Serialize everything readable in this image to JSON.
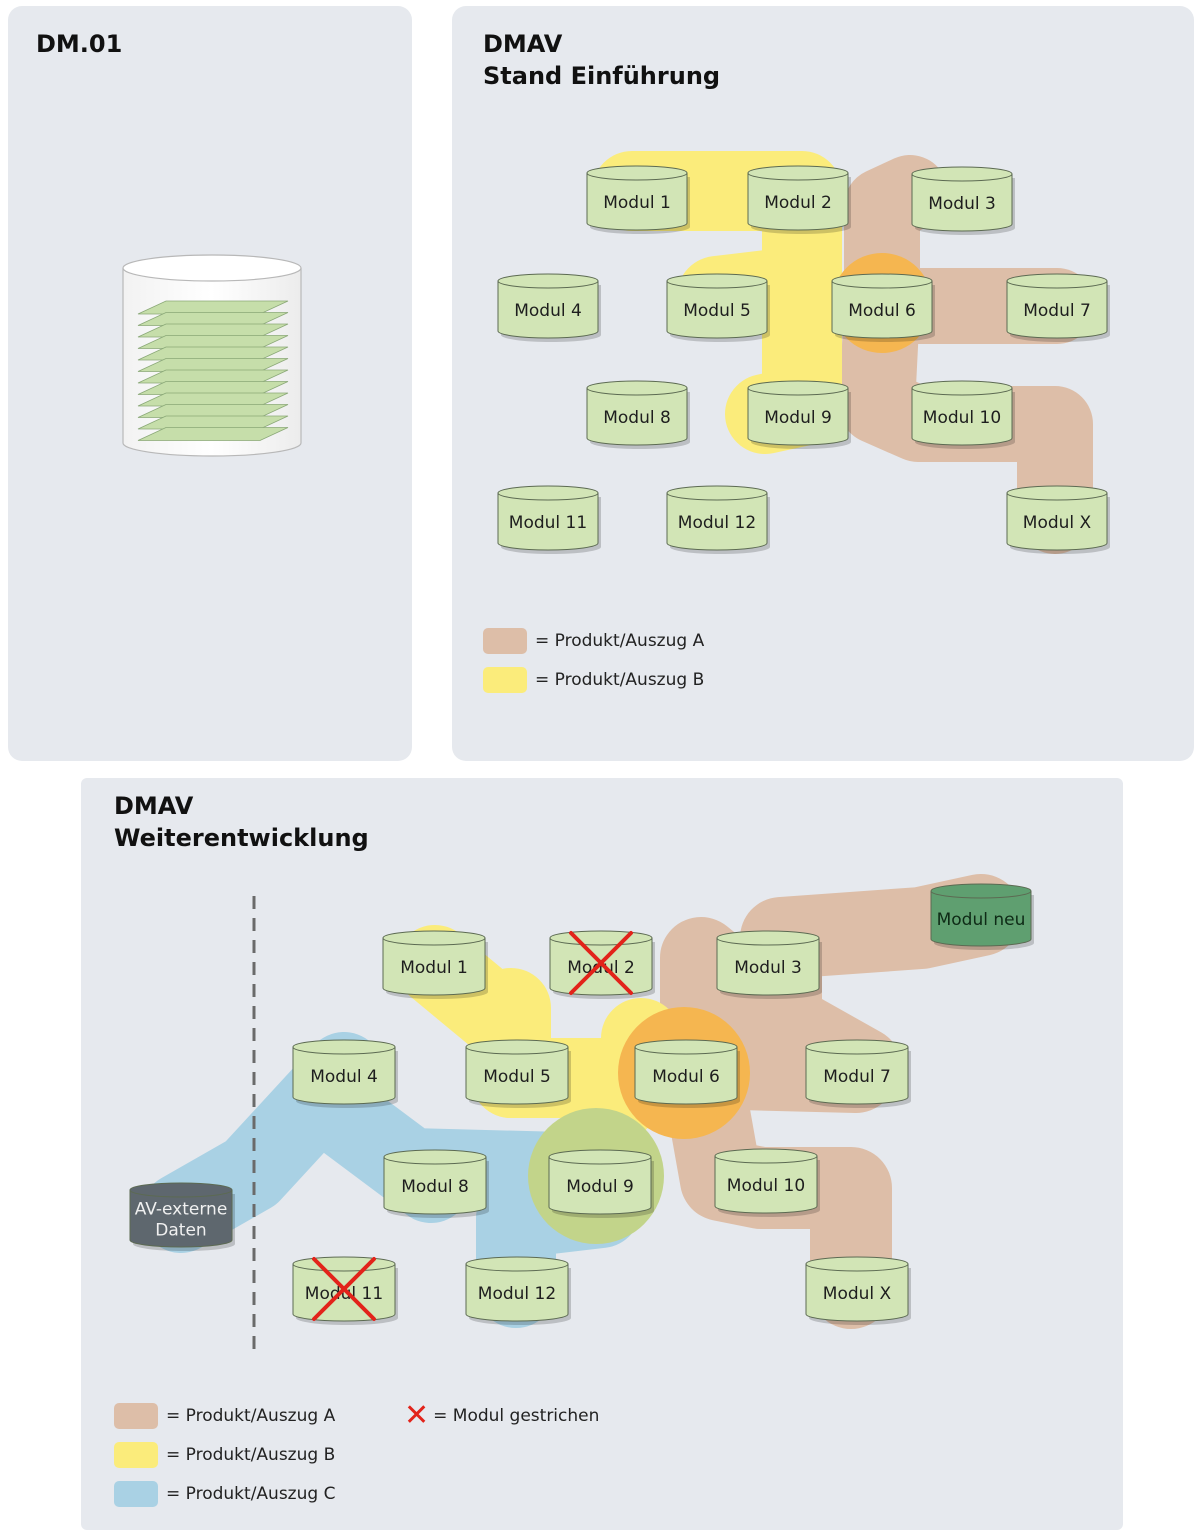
{
  "colors": {
    "panel_bg": "#e6e9ee",
    "product_a": "#ddbea8",
    "product_b": "#fbec7b",
    "product_c": "#a9d1e4",
    "overlap_ab": "#f5b650",
    "overlap_bc": "#c2d48a",
    "module_fill": "#d2e5b6",
    "module_new_fill": "#5f9f70",
    "external_fill": "#5e676e",
    "strike": "#e2231a"
  },
  "panel_dm01": {
    "title": "DM.01"
  },
  "panel_intro": {
    "title_line1": "DMAV",
    "title_line2": "Stand Einführung",
    "modules": [
      "Modul 1",
      "Modul 2",
      "Modul 3",
      "Modul 4",
      "Modul 5",
      "Modul 6",
      "Modul 7",
      "Modul 8",
      "Modul 9",
      "Modul 10",
      "Modul 11",
      "Modul 12",
      "Modul X"
    ],
    "legend": [
      {
        "color_key": "product_a",
        "text": "= Produkt/Auszug A"
      },
      {
        "color_key": "product_b",
        "text": "= Produkt/Auszug B"
      }
    ]
  },
  "panel_dev": {
    "title_line1": "DMAV",
    "title_line2": "Weiterentwicklung",
    "modules": [
      "Modul 1",
      "Modul 2",
      "Modul 3",
      "Modul 4",
      "Modul 5",
      "Modul 6",
      "Modul 7",
      "Modul 8",
      "Modul 9",
      "Modul 10",
      "Modul 11",
      "Modul 12",
      "Modul X"
    ],
    "new_module": "Modul neu",
    "external_line1": "AV-externe",
    "external_line2": "Daten",
    "struck_modules": [
      "Modul 2",
      "Modul 11"
    ],
    "legend": [
      {
        "color_key": "product_a",
        "text": "= Produkt/Auszug A"
      },
      {
        "color_key": "product_b",
        "text": "= Produkt/Auszug B"
      },
      {
        "color_key": "product_c",
        "text": "= Produkt/Auszug C"
      }
    ],
    "legend_strike": {
      "symbol": "✕",
      "text": "= Modul gestrichen"
    }
  }
}
